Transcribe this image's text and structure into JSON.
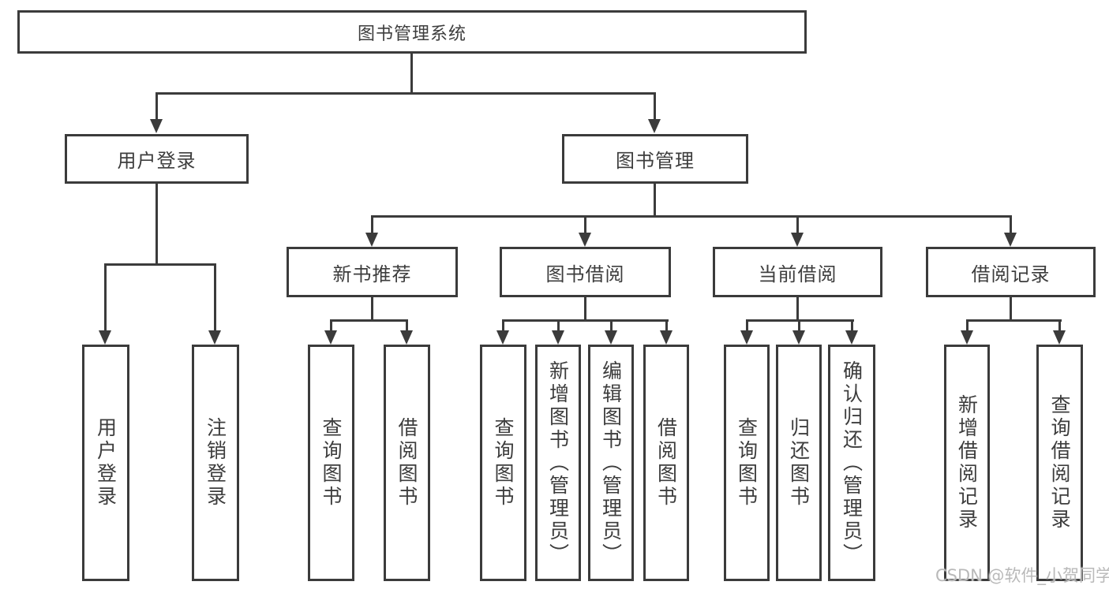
{
  "root": {
    "label": "图书管理系统"
  },
  "level2": [
    {
      "label": "用户登录"
    },
    {
      "label": "图书管理"
    }
  ],
  "level3": [
    {
      "label": "新书推荐"
    },
    {
      "label": "图书借阅"
    },
    {
      "label": "当前借阅"
    },
    {
      "label": "借阅记录"
    }
  ],
  "leaves": {
    "user_login": [
      "用户登录",
      "注销登录"
    ],
    "new_book_rec": [
      "查询图书",
      "借阅图书"
    ],
    "book_borrow": [
      "查询图书",
      "新增图书（管理员）",
      "编辑图书（管理员）",
      "借阅图书"
    ],
    "current_borrow": [
      "查询图书",
      "归还图书",
      "确认归还（管理员）"
    ],
    "borrow_record": [
      "新增借阅记录",
      "查询借阅记录"
    ]
  },
  "watermark": {
    "text": "CSDN @软件_小贺同学"
  },
  "colors": {
    "line": "#3b3b3b",
    "box_border": "#3b3b3b",
    "text": "#3d3d3d",
    "watermark": "#b9b9b9",
    "background": "#ffffff"
  }
}
